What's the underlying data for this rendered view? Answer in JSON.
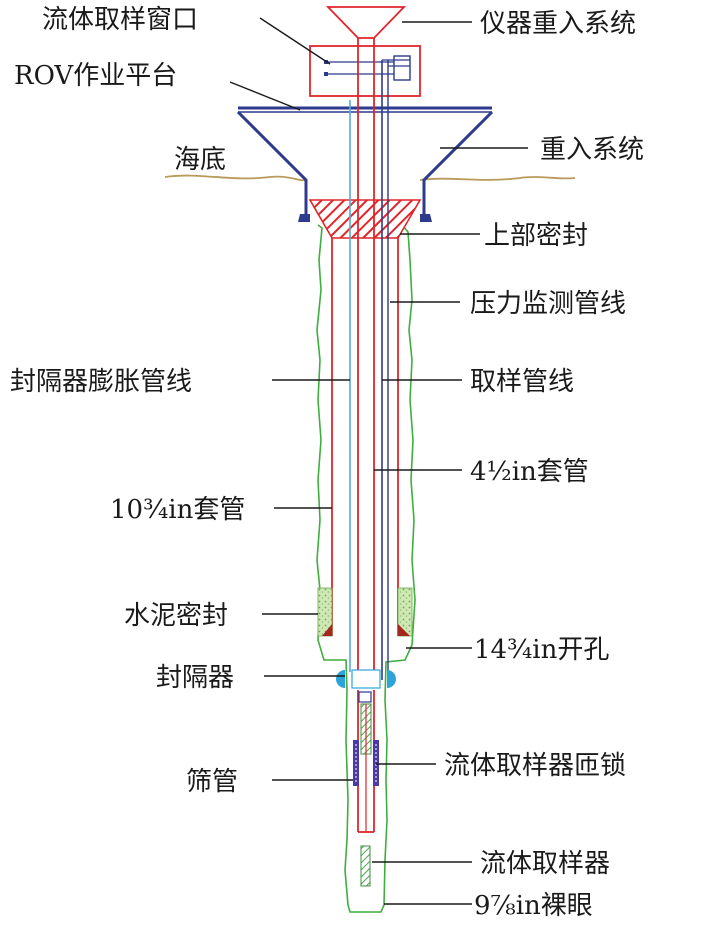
{
  "labels": {
    "fluid_window": "流体取样窗口",
    "rov_platform": "ROV作业平台",
    "seafloor": "海底",
    "instrument_reentry": "仪器重入系统",
    "reentry_system": "重入系统",
    "upper_seal": "上部密封",
    "pressure_line": "压力监测管线",
    "packer_inflation_line": "封隔器膨胀管线",
    "sampling_line": "取样管线",
    "casing_4_5": "4½in套管",
    "casing_10_75": "10¾in套管",
    "cement_seal": "水泥密封",
    "hole_14_75": "14¾in开孔",
    "packer": "封隔器",
    "fluid_sampler_latch": "流体取样器匝锁",
    "screen": "筛管",
    "fluid_sampler": "流体取样器",
    "open_hole_9_875": "9⅞in裸眼"
  },
  "colors": {
    "outline_red": "#e0262b",
    "formation_green": "#3fae3f",
    "frame_navy": "#2e3a8c",
    "seafloor_tan": "#b99a5a",
    "line_blue": "#5aa9d6",
    "cement_green": "#9ccc7a",
    "seal_brown": "#a3281e",
    "packer_cyan": "#2ea3d9",
    "screen_purple": "#4b3aa6"
  }
}
